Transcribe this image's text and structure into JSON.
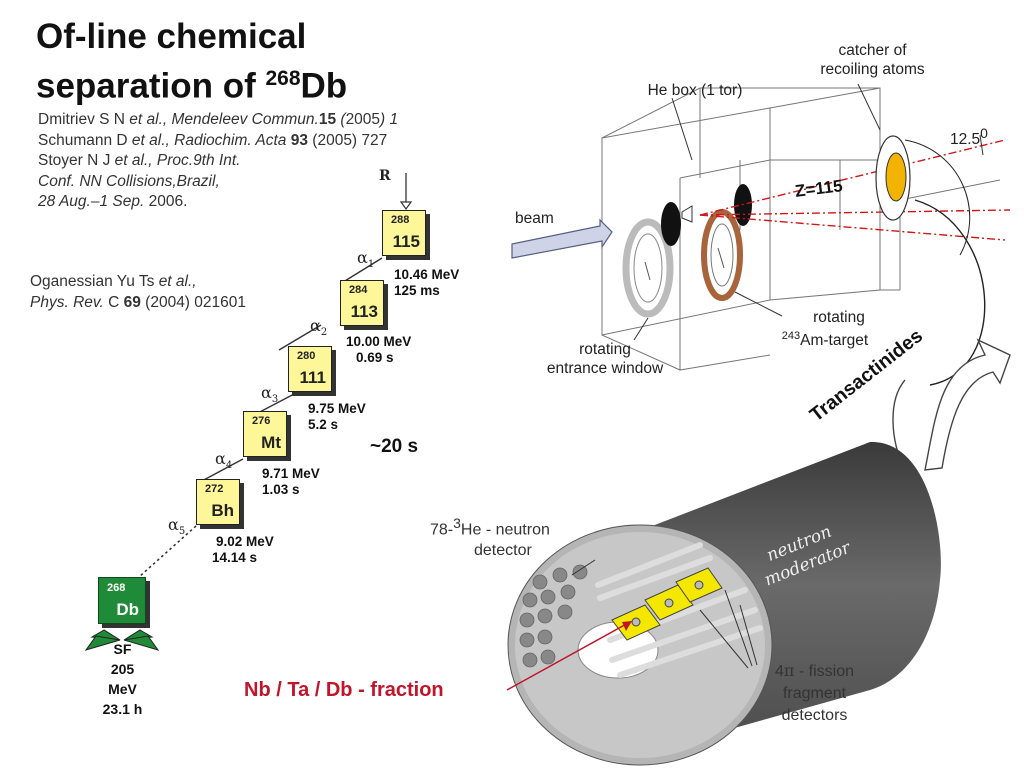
{
  "title": {
    "line1": "Of-line chemical",
    "line2_prefix": "separation of ",
    "mass": "268",
    "element": "Db"
  },
  "references": [
    {
      "a": "Dmitriev S N ",
      "b": "et al., Mendeleev Commun.",
      "c": "15",
      "d": " (",
      "e": "2005",
      "f": ") 1"
    },
    {
      "a": "Schumann D ",
      "b": "et al., Radiochim. Acta",
      "c": " 93",
      "d": " (2005) 727"
    },
    {
      "a": "Stoyer N J ",
      "b": "et al., Proc.9th Int."
    },
    {
      "b": "Conf. NN Collisions,Brazil,"
    },
    {
      "b": "28 Aug.–1 Sep.",
      "d": " 2006."
    }
  ],
  "reference_oganessian": {
    "l1a": "Oganessian Yu Ts ",
    "l1b": "et al.,",
    "l2a": "Phys. Rev.",
    "l2b": " C ",
    "l2c": "69",
    "l2d": " (2004) 021601"
  },
  "chain": {
    "r_label": "R",
    "nuclei": [
      {
        "mass": "288",
        "symbol": "115"
      },
      {
        "mass": "284",
        "symbol": "113"
      },
      {
        "mass": "280",
        "symbol": "111"
      },
      {
        "mass": "276",
        "symbol": "Mt"
      },
      {
        "mass": "272",
        "symbol": "Bh"
      }
    ],
    "decays": [
      {
        "alpha": "α",
        "n": "1",
        "energy": "10.46 MeV",
        "time": "125 ms"
      },
      {
        "alpha": "α",
        "n": "2",
        "energy": "10.00 MeV",
        "time": "0.69 s"
      },
      {
        "alpha": "α",
        "n": "3",
        "energy": "9.75 MeV",
        "time": "5.2 s"
      },
      {
        "alpha": "α",
        "n": "4",
        "energy": "9.71 MeV",
        "time": "1.03 s"
      },
      {
        "alpha": "α",
        "n": "5",
        "energy": "9.02 MeV",
        "time": "14.14 s"
      }
    ],
    "total_time": "~20 s",
    "final": {
      "mass": "268",
      "symbol": "Db",
      "sf": "SF",
      "energy": "205 MeV",
      "time": "23.1 h"
    }
  },
  "setup": {
    "catcher": [
      "catcher of",
      "recoiling atoms"
    ],
    "he_box": "He box (1 tor)",
    "angle": "12.5",
    "angle_sup": "0",
    "z": "Z=115",
    "beam": "beam",
    "rotating_target": [
      "rotating",
      "Am-target"
    ],
    "target_sup": "243",
    "entrance": [
      "rotating",
      "entrance window"
    ],
    "transactinides": "Transactinides"
  },
  "detector": {
    "neutron_prefix": "78-",
    "neutron_sup": "3",
    "neutron_l1": "He - neutron",
    "neutron_l2": "detector",
    "moderator": [
      "neutron",
      "moderator"
    ],
    "fission_prefix": "4",
    "fission_pi": "π",
    "fission_l1": " - fission",
    "fission_l2": "fragment",
    "fission_l3": "detectors",
    "fraction": "Nb / Ta / Db - fraction"
  }
}
